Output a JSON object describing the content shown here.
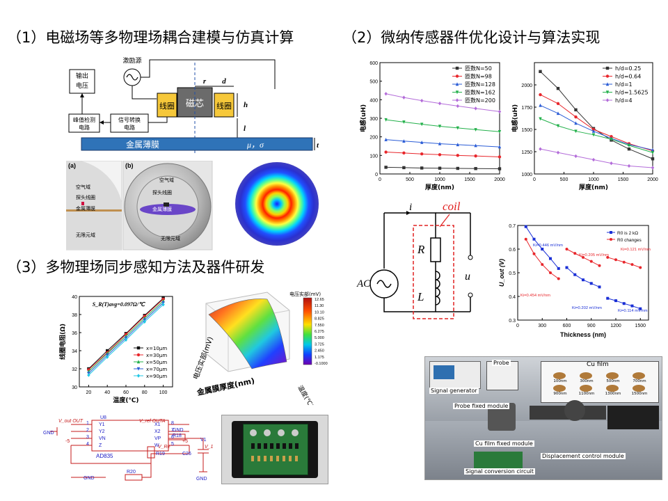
{
  "headings": {
    "h1": "（1）电磁场等多物理场耦合建模与仿真计算",
    "h2": "（2）微纳传感器件优化设计与算法实现",
    "h3": "（3）多物理场同步感知方法及器件研发"
  },
  "sensor_diagram": {
    "output_voltage": "输出\n电压",
    "excitation": "激励源",
    "coil_left": "线圈",
    "core": "磁芯",
    "coil_right": "线圈",
    "signal_conv": "信号转换\n电路",
    "peak_detect": "峰值检测\n电路",
    "film": "金属薄膜",
    "film_params": "μ，σ",
    "dim_r": "r",
    "dim_d": "d",
    "dim_h": "h",
    "dim_l": "l",
    "dim_t": "t"
  },
  "sim_panel": {
    "label_a": "(a)",
    "label_b": "(b)",
    "air_a": "空气域",
    "probe_a": "探头线圈",
    "film_a": "金属薄膜",
    "inf_a": "无限元域",
    "air_b": "空气域",
    "probe_b": "探头线圈",
    "film_b": "金属薄膜",
    "inf_b": "无限元域"
  },
  "circuit": {
    "current": "i",
    "coil": "coil",
    "R": "R",
    "L": "L",
    "AC": "AC",
    "u": "u"
  },
  "photo_bench": {
    "signal_generator": "Signal generator",
    "probe": "Probe",
    "cu_film": "Cu film",
    "probe_fixed": "Probe fixed module",
    "cu_film_fixed": "Cu film fixed module",
    "displacement": "Displacement control module",
    "signal_conv": "Signal conversion circuit",
    "samples": [
      "100nm",
      "300nm",
      "500nm",
      "700nm",
      "900nm",
      "1100nm",
      "1300nm",
      "1500nm"
    ]
  },
  "surface3d": {
    "colorbar_title": "电压实部(mV)",
    "colorbar_ticks": [
      "12.65",
      "11.30",
      "10.10",
      "8.825",
      "7.550",
      "6.275",
      "5.000",
      "3.725",
      "2.450",
      "1.175",
      "-0.1000"
    ],
    "zlabel": "电压实部(mV)",
    "xlabel": "金属膜厚度(nm)",
    "ylabel": "温度(℃)"
  },
  "schematic": {
    "chip": "U8",
    "part": "AD835",
    "pins_left": [
      "Y1",
      "Y2",
      "VN",
      "Z"
    ],
    "pins_left_num": [
      "1",
      "2",
      "3",
      "4"
    ],
    "pins_right": [
      "X1",
      "X2",
      "VP",
      "W"
    ],
    "pins_right_num": [
      "8",
      "7",
      "6",
      "5"
    ],
    "vout": "V_out OUT",
    "vref": "V_ref OUTA",
    "gnd": "GND",
    "minus5": "-5",
    "plus5": "+5",
    "r18": "R18",
    "r19": "R19",
    "r20": "R20",
    "c26": "C26",
    "v1": "V1",
    "vr": "V_Re",
    "v1sub": "V_1"
  },
  "chart_data": [
    {
      "type": "line",
      "xlabel": "厚度(nm)",
      "ylabel": "电感(uH)",
      "xlim": [
        0,
        2000
      ],
      "ylim": [
        0,
        600
      ],
      "xticks": [
        0,
        500,
        1000,
        1500,
        2000
      ],
      "yticks": [
        0,
        100,
        200,
        300,
        400,
        500,
        600
      ],
      "legend_position": "top-right",
      "x": [
        100,
        400,
        700,
        1000,
        1300,
        1600,
        2000
      ],
      "series": [
        {
          "name": "匝数N=50",
          "color": "#333333",
          "marker": "square",
          "values": [
            36,
            34,
            32,
            31,
            30,
            29,
            28
          ]
        },
        {
          "name": "匝数N=98",
          "color": "#e8262b",
          "marker": "circle",
          "values": [
            118,
            113,
            108,
            104,
            100,
            97,
            92
          ]
        },
        {
          "name": "匝数N=128",
          "color": "#2a5cd6",
          "marker": "triangle",
          "values": [
            185,
            177,
            170,
            163,
            158,
            153,
            146
          ]
        },
        {
          "name": "匝数N=162",
          "color": "#22b04a",
          "marker": "triangle-down",
          "values": [
            292,
            280,
            268,
            257,
            248,
            239,
            228
          ]
        },
        {
          "name": "匝数N=200",
          "color": "#b36cd9",
          "marker": "diamond",
          "values": [
            432,
            412,
            395,
            380,
            366,
            353,
            336
          ]
        }
      ]
    },
    {
      "type": "line",
      "xlabel": "厚度(nm)",
      "ylabel": "电感(uH)",
      "xlim": [
        0,
        2000
      ],
      "ylim": [
        1000,
        2250
      ],
      "xticks": [
        0,
        500,
        1000,
        1500,
        2000
      ],
      "yticks": [
        1000,
        1250,
        1500,
        1750,
        2000
      ],
      "legend_position": "top-right",
      "x": [
        100,
        400,
        700,
        1000,
        1300,
        1600,
        2000
      ],
      "series": [
        {
          "name": "h/d=0.25",
          "color": "#333333",
          "marker": "square",
          "values": [
            2150,
            1960,
            1720,
            1510,
            1380,
            1280,
            1170
          ]
        },
        {
          "name": "h/d=0.64",
          "color": "#e8262b",
          "marker": "circle",
          "values": [
            1890,
            1790,
            1640,
            1500,
            1420,
            1340,
            1260
          ]
        },
        {
          "name": "h/d=1",
          "color": "#2a5cd6",
          "marker": "triangle",
          "values": [
            1770,
            1680,
            1570,
            1480,
            1400,
            1330,
            1270
          ]
        },
        {
          "name": "h/d=1.5625",
          "color": "#22b04a",
          "marker": "triangle-down",
          "values": [
            1620,
            1540,
            1480,
            1440,
            1390,
            1320,
            1240
          ]
        },
        {
          "name": "h/d=4",
          "color": "#b36cd9",
          "marker": "diamond",
          "values": [
            1280,
            1240,
            1200,
            1160,
            1120,
            1090,
            1070
          ]
        }
      ]
    },
    {
      "type": "line",
      "xlabel": "温度(℃)",
      "ylabel": "线圈电阻(Ω)",
      "annotation": "S_R(T)avg=0.097Ω/℃",
      "xlim": [
        10,
        110
      ],
      "ylim": [
        30,
        40
      ],
      "xticks": [
        20,
        40,
        60,
        80,
        100
      ],
      "yticks": [
        30,
        32,
        34,
        36,
        38,
        40
      ],
      "legend_position": "bottom-right",
      "x": [
        20,
        40,
        60,
        80,
        100
      ],
      "series": [
        {
          "name": "x=10μm",
          "color": "#111111",
          "marker": "square",
          "values": [
            32.0,
            34.0,
            35.9,
            37.9,
            39.8
          ]
        },
        {
          "name": "x=30μm",
          "color": "#e8262b",
          "marker": "circle",
          "values": [
            31.9,
            33.8,
            35.8,
            37.8,
            39.7
          ]
        },
        {
          "name": "x=50μm",
          "color": "#22b04a",
          "marker": "triangle",
          "values": [
            31.7,
            33.7,
            35.6,
            37.6,
            39.5
          ]
        },
        {
          "name": "x=70μm",
          "color": "#2a5cd6",
          "marker": "triangle-down",
          "values": [
            31.5,
            33.5,
            35.4,
            37.4,
            39.3
          ]
        },
        {
          "name": "x=90μm",
          "color": "#21c7e6",
          "marker": "diamond",
          "values": [
            31.3,
            33.3,
            35.2,
            37.2,
            39.1
          ]
        }
      ]
    },
    {
      "type": "scatter",
      "xlabel": "Thickness (nm)",
      "ylabel": "U_out (V)",
      "xlim": [
        0,
        1600
      ],
      "ylim": [
        0.3,
        0.7
      ],
      "xticks": [
        0,
        300,
        600,
        900,
        1200,
        1500
      ],
      "yticks": [
        0.3,
        0.4,
        0.5,
        0.6,
        0.7
      ],
      "legend_position": "top-right",
      "series": [
        {
          "name": "R0 is 2 kΩ",
          "color": "#1a2fd6",
          "marker": "square",
          "x": [
            100,
            200,
            300,
            400,
            500
          ],
          "values": [
            0.695,
            0.642,
            0.6,
            0.56,
            0.518
          ]
        },
        {
          "name": "R0 is 2 kΩ",
          "color": "#1a2fd6",
          "marker": "square",
          "x": [
            600,
            700,
            800,
            900,
            1000
          ],
          "values": [
            0.522,
            0.492,
            0.47,
            0.455,
            0.44
          ]
        },
        {
          "name": "R0 is 2 kΩ",
          "color": "#1a2fd6",
          "marker": "square",
          "x": [
            1100,
            1200,
            1300,
            1400,
            1500
          ],
          "values": [
            0.392,
            0.382,
            0.37,
            0.36,
            0.348
          ]
        },
        {
          "name": "R0 changes",
          "color": "#e8262b",
          "marker": "circle",
          "x": [
            100,
            200,
            300,
            400,
            500
          ],
          "values": [
            0.642,
            0.58,
            0.535,
            0.5,
            0.475
          ]
        },
        {
          "name": "R0 changes",
          "color": "#e8262b",
          "marker": "circle",
          "x": [
            600,
            700,
            800,
            900,
            1000
          ],
          "values": [
            0.6,
            0.582,
            0.565,
            0.548,
            0.53
          ]
        },
        {
          "name": "R0 changes",
          "color": "#e8262b",
          "marker": "circle",
          "x": [
            1100,
            1200,
            1300,
            1400,
            1500
          ],
          "values": [
            0.565,
            0.555,
            0.545,
            0.535,
            0.522
          ]
        }
      ],
      "legend": [
        "R0 is 2 kΩ",
        "R0 changes"
      ],
      "annotations": [
        {
          "text": "Ki=0.446 mV/nm",
          "color": "#1a2fd6"
        },
        {
          "text": "Ki=0.205 mV/nm",
          "color": "#e8262b"
        },
        {
          "text": "Ki=0.121 mV/nm",
          "color": "#e8262b"
        },
        {
          "text": "Ki=0.454 mV/nm",
          "color": "#e8262b"
        },
        {
          "text": "Ki=0.202 mV/nm",
          "color": "#1a2fd6"
        },
        {
          "text": "Ki=0.114 mV/nm",
          "color": "#1a2fd6"
        }
      ]
    }
  ]
}
